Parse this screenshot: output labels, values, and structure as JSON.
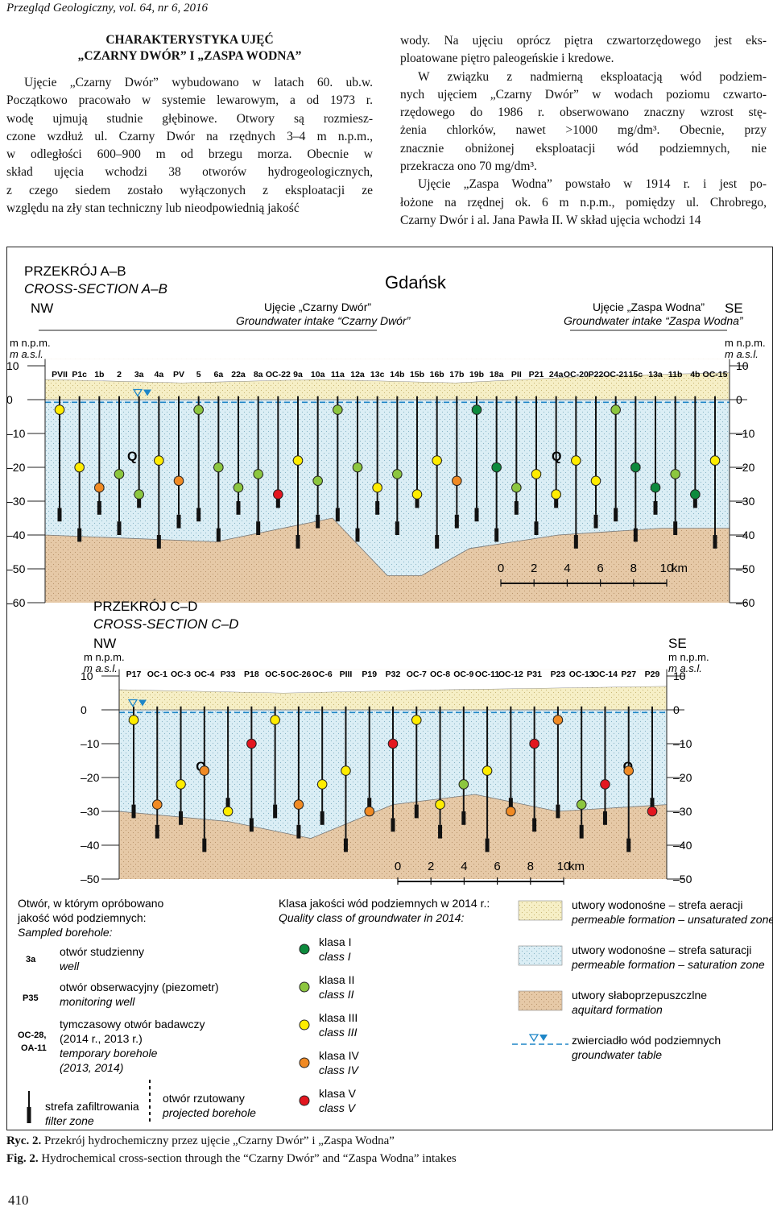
{
  "journal_header": "Przegląd Geologiczny, vol. 64, nr 6, 2016",
  "section": {
    "title_line1": "CHARAKTERYSTYKA UJĘĆ",
    "title_line2": "„CZARNY DWÓR” I „ZASPA WODNA”"
  },
  "left_text": [
    "Ujęcie „Czarny Dwór” wybudowano w latach 60. ub.w.",
    "Początkowo pracowało w systemie lewarowym, a od 1973 r.",
    "wodę ujmują studnie głębinowe. Otwory są rozmiesz-",
    "czone wzdłuż ul. Czarny Dwór na rzędnych 3–4 m n.p.m.,",
    "w odległości 600–900 m od brzegu morza. Obecnie w",
    "skład ujęcia wchodzi 38 otworów hydrogeologicznych,",
    "z czego siedem zostało wyłączonych z eksploatacji ze",
    "względu na zły stan techniczny lub nieodpowiednią jakość"
  ],
  "right_text": [
    "wody. Na ujęciu oprócz piętra czwartorzędowego jest eks-",
    "ploatowane piętro paleogeńskie i kredowe.",
    "W związku z nadmierną eksploatacją wód podziem-",
    "nych ujęciem „Czarny Dwór” w wodach poziomu czwarto-",
    "rzędowego do 1986 r. obserwowano znaczny wzrost stę-",
    "żenia chlorków, nawet >1000 mg/dm³. Obecnie, przy",
    "znacznie obniżonej eksploatacji wód podziemnych, nie",
    "przekracza ono 70 mg/dm³.",
    "Ujęcie „Zaspa Wodna” powstało w 1914 r. i jest po-",
    "łożone na rzędnej ok. 6 m n.p.m., pomiędzy ul. Chrobrego,",
    "Czarny Dwór i al. Jana Pawła II. W skład ujęcia wchodzi 14"
  ],
  "figure": {
    "colors": {
      "unsaturated": "#f6efc6",
      "saturated": "#dbeef5",
      "aquitard": "#e6c9a7",
      "table_line": "#1f86c7",
      "class_I": "#0d8a3d",
      "class_II": "#8cc63f",
      "class_III": "#ffec00",
      "class_IV": "#f08a24",
      "class_V": "#e3161f"
    },
    "city": "Gdańsk",
    "ab": {
      "title": "PRZEKRÓJ A–B",
      "title_en": "CROSS-SECTION A–B",
      "nw": "NW",
      "se": "SE",
      "intake1": "Ujęcie „Czarny Dwór”",
      "intake1_en": "Groundwater intake “Czarny Dwór”",
      "intake2": "Ujęcie „Zaspa Wodna”",
      "intake2_en": "Groundwater intake “Zaspa Wodna”",
      "unit_pl": "m n.p.m.",
      "unit_en": "m a.s.l.",
      "q_label": "Q",
      "axis_ticks": [
        "10",
        "0",
        "–10",
        "–20",
        "–30",
        "–40",
        "–50",
        "–60"
      ],
      "wells": [
        "PVII",
        "P1c",
        "1b",
        "2",
        "3a",
        "4a",
        "PV",
        "5",
        "6a",
        "22a",
        "8a",
        "OC-22",
        "9a",
        "10a",
        "11a",
        "12a",
        "13c",
        "14b",
        "15b",
        "16b",
        "17b",
        "19b",
        "18a",
        "PII",
        "P21",
        "24a",
        "OC-20",
        "P22",
        "OC-21",
        "15c",
        "13a",
        "11b",
        "4b",
        "OC-15"
      ],
      "well_classes": [
        "III",
        "III",
        "IV",
        "II",
        "II",
        "III",
        "IV",
        "II",
        "II",
        "II",
        "II",
        "V",
        "III",
        "II",
        "II",
        "II",
        "III",
        "II",
        "III",
        "III",
        "IV",
        "I",
        "I",
        "II",
        "III",
        "III",
        "III",
        "III",
        "II",
        "I",
        "I",
        "II",
        "I",
        "III"
      ],
      "scale": [
        "0",
        "2",
        "4",
        "6",
        "8",
        "10"
      ],
      "scale_unit": "km"
    },
    "cd": {
      "title": "PRZEKRÓJ C–D",
      "title_en": "CROSS-SECTION C–D",
      "nw": "NW",
      "se": "SE",
      "unit_pl": "m n.p.m.",
      "unit_en": "m a.s.l.",
      "q_label": "Q",
      "axis_ticks": [
        "10",
        "0",
        "–10",
        "–20",
        "–30",
        "–40",
        "–50"
      ],
      "wells": [
        "P17",
        "OC-1",
        "OC-3",
        "OC-4",
        "P33",
        "P18",
        "OC-5",
        "OC-26",
        "OC-6",
        "PIII",
        "P19",
        "P32",
        "OC-7",
        "OC-8",
        "OC-9",
        "OC-11",
        "OC-12",
        "P31",
        "P23",
        "OC-13",
        "OC-14",
        "P27",
        "P29"
      ],
      "well_classes": [
        "III",
        "IV",
        "III",
        "IV",
        "III",
        "V",
        "III",
        "IV",
        "III",
        "III",
        "IV",
        "V",
        "III",
        "III",
        "II",
        "III",
        "IV",
        "V",
        "IV",
        "II",
        "V",
        "IV",
        "V"
      ],
      "scale": [
        "0",
        "2",
        "4",
        "6",
        "8",
        "10"
      ],
      "scale_unit": "km"
    },
    "legend": {
      "sampled_title": "Otwór, w którym opróbowano",
      "sampled_title2": "jakość wód podziemnych:",
      "sampled_en": "Sampled borehole:",
      "well_code": "3a",
      "well_pl": "otwór studzienny",
      "well_en": "well",
      "mon_code": "P35",
      "mon_pl": "otwór obserwacyjny (piezometr)",
      "mon_en": "monitoring well",
      "temp_code1": "OC-28,",
      "temp_code2": "OA-11",
      "temp_pl": "tymczasowy otwór badawczy",
      "temp_pl2": "(2014 r., 2013 r.)",
      "temp_en": "temporary borehole",
      "temp_en2": "(2013, 2014)",
      "filter_pl": "strefa zafiltrowania",
      "filter_en": "filter zone",
      "proj_pl": "otwór rzutowany",
      "proj_en": "projected borehole",
      "class_title": "Klasa jakości wód podziemnych w 2014 r.:",
      "class_title_en": "Quality class of groundwater in 2014:",
      "classes": [
        {
          "pl": "klasa I",
          "en": "class I"
        },
        {
          "pl": "klasa II",
          "en": "class II"
        },
        {
          "pl": "klasa III",
          "en": "class III"
        },
        {
          "pl": "klasa IV",
          "en": "class IV"
        },
        {
          "pl": "klasa V",
          "en": "class V"
        }
      ],
      "zones": [
        {
          "pl": "utwory wodonośne – strefa aeracji",
          "en": "permeable formation – unsaturated zone"
        },
        {
          "pl": "utwory wodonośne – strefa saturacji",
          "en": "permeable formation – saturation zone"
        },
        {
          "pl": "utwory słaboprzepuszczlne",
          "en": "aquitard formation"
        },
        {
          "pl": "zwierciadło wód podziemnych",
          "en": "groundwater table"
        }
      ]
    }
  },
  "caption": {
    "pl_label": "Ryc. 2.",
    "pl_text": " Przekrój hydrochemiczny przez ujęcie „Czarny Dwór” i „Zaspa Wodna”",
    "en_label": "Fig. 2.",
    "en_text": " Hydrochemical cross-section through the “Czarny Dwór” and “Zaspa Wodna” intakes"
  },
  "page_number": "410"
}
